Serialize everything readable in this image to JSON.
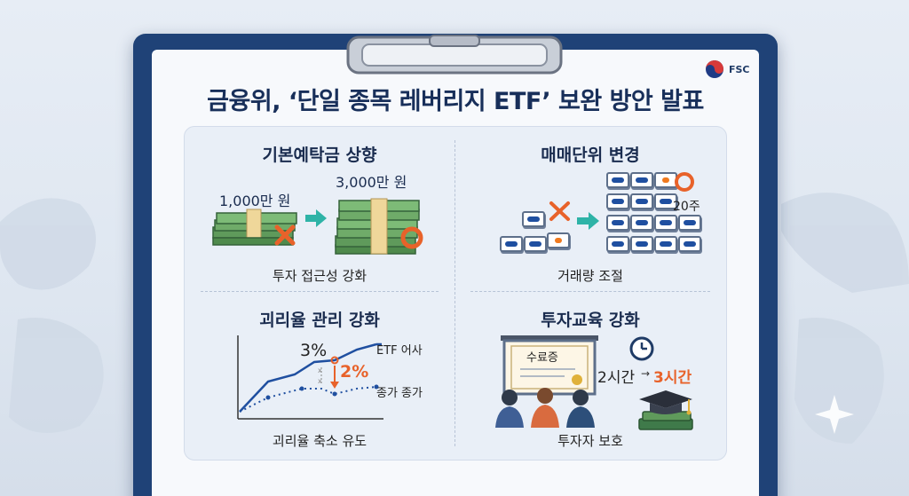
{
  "header": {
    "title": "금융위, ‘단일 종목 레버리지 ETF’ 보완 방안 발표",
    "org_logo_text": "FSC"
  },
  "quadrants": [
    {
      "title": "기본예탁금 상향",
      "before_label": "1,000만 원",
      "after_label": "3,000만 원",
      "caption": "투자 접근성 강화"
    },
    {
      "title": "매매단위 변경",
      "unit_label": "20주",
      "caption": "거래량 조절"
    },
    {
      "title": "괴리율 관리 강화",
      "gap_before": "3%",
      "gap_after": "2%",
      "line_top_label": "ETF 어사",
      "line_bottom_label": "종가 종가",
      "caption": "괴리율 축소 유도"
    },
    {
      "title": "투자교육 강화",
      "certificate_text": "수료증",
      "hours_before": "2시간",
      "arrow_text": "→",
      "hours_after": "3시간",
      "caption": "투자자 보호"
    }
  ],
  "colors": {
    "board": "#1f4277",
    "title": "#182f5a",
    "accent_orange": "#e8622a",
    "teal_arrow": "#2eb3a7",
    "money_green": "#5f9a5b"
  },
  "icons": [
    "clipboard-clip-icon",
    "korea-emblem-icon",
    "money-stack-icon",
    "cross-mark-icon",
    "circle-mark-icon",
    "right-arrow-icon",
    "stock-chip-icon",
    "clock-icon",
    "graduation-cap-icon",
    "certificate-icon",
    "audience-icon"
  ]
}
